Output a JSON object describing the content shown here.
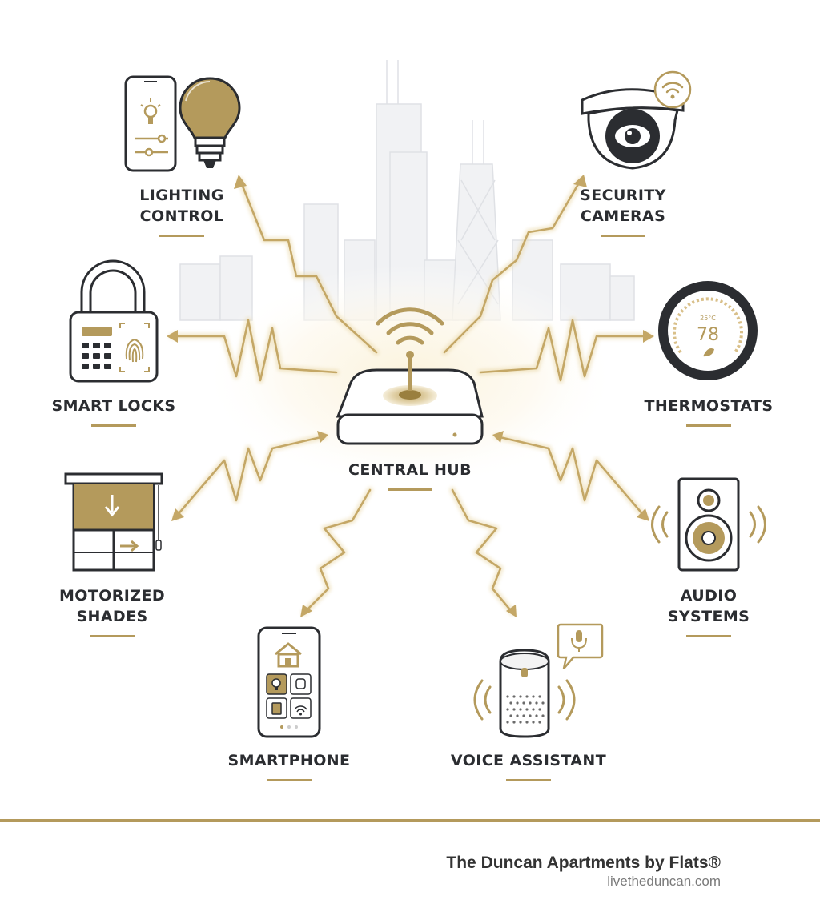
{
  "colors": {
    "accent": "#b49a5c",
    "ink": "#2b2d31",
    "skyline": "#e6e7ea",
    "white": "#ffffff"
  },
  "hub": {
    "label": "CENTRAL HUB",
    "icon": "router-hub-icon"
  },
  "devices": [
    {
      "key": "lighting",
      "line1": "LIGHTING",
      "line2": "CONTROL",
      "icon": "phone-lightbulb-icon"
    },
    {
      "key": "security",
      "line1": "SECURITY",
      "line2": "CAMERAS",
      "icon": "dome-camera-icon"
    },
    {
      "key": "locks",
      "line1": "SMART LOCKS",
      "line2": "",
      "icon": "padlock-keypad-icon"
    },
    {
      "key": "thermostats",
      "line1": "THERMOSTATS",
      "line2": "",
      "icon": "thermostat-icon"
    },
    {
      "key": "shades",
      "line1": "MOTORIZED",
      "line2": "SHADES",
      "icon": "window-shade-icon"
    },
    {
      "key": "audio",
      "line1": "AUDIO",
      "line2": "SYSTEMS",
      "icon": "speaker-icon"
    },
    {
      "key": "smartphone",
      "line1": "SMARTPHONE",
      "line2": "",
      "icon": "smartphone-app-icon"
    },
    {
      "key": "voice",
      "line1": "VOICE ASSISTANT",
      "line2": "",
      "icon": "smart-speaker-icon"
    }
  ],
  "thermostat": {
    "temp": "78",
    "reading": "25°C"
  },
  "footer": {
    "title": "The Duncan Apartments by Flats®",
    "url": "livetheduncan.com"
  }
}
